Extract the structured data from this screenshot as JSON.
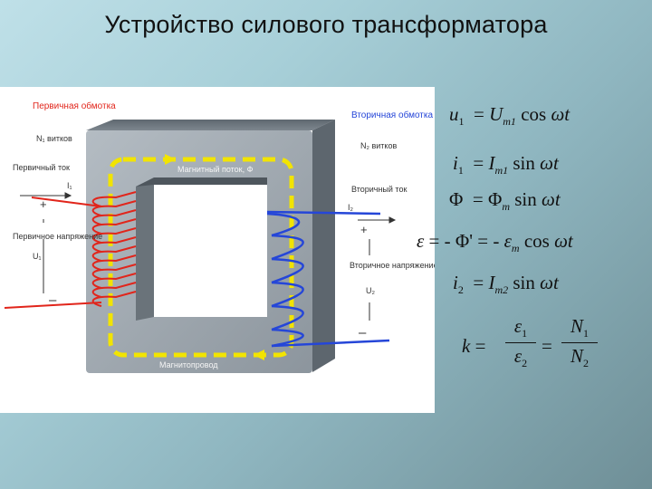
{
  "title": "Устройство силового трансформатора",
  "diagram": {
    "primary_winding": "Первичная обмотка",
    "primary_turns": "N₁ витков",
    "primary_current": "Первичный ток",
    "i1": "I₁",
    "plus1": "+",
    "primary_voltage": "Первичное напряжение",
    "u1": "U₁",
    "minus1": "–",
    "secondary_winding": "Вторичная обмотка",
    "secondary_turns": "N₂ витков",
    "secondary_current": "Вторичный ток",
    "i2": "I₂",
    "plus2": "+",
    "secondary_voltage": "Вторичное напряжение",
    "u2": "U₂",
    "minus2": "–",
    "flux": "Магнитный поток, Ф",
    "core": "Магнитопровод",
    "colors": {
      "primary": "#e1251b",
      "secondary": "#2546d8",
      "flux": "#f2e400",
      "core": "#9aa3ab"
    }
  },
  "formulas": {
    "f1": {
      "lhs": "u",
      "lhs_sub": "1",
      "rhs": "U",
      "rhs_sub": "m1",
      "fn": "cos",
      "arg": "ωt"
    },
    "f2": {
      "lhs": "i",
      "lhs_sub": "1",
      "rhs": "I",
      "rhs_sub": "m1",
      "fn": "sin",
      "arg": "ωt"
    },
    "f3": {
      "lhs": "Φ",
      "rhs": "Φ",
      "rhs_sub": "m",
      "fn": "sin",
      "arg": "ωt"
    },
    "f4": {
      "lhs": "ε",
      "mid": "Φ'",
      "rhs": "ε",
      "rhs_sub": "m",
      "fn": "cos",
      "arg": "ωt"
    },
    "f5": {
      "lhs": "i",
      "lhs_sub": "2",
      "rhs": "I",
      "rhs_sub": "m2",
      "fn": "sin",
      "arg": "ωt"
    },
    "f6": {
      "lhs": "k",
      "num1": "ε",
      "num1_sub": "1",
      "den1": "ε",
      "den1_sub": "2",
      "num2": "N",
      "num2_sub": "1",
      "den2": "N",
      "den2_sub": "2"
    }
  }
}
